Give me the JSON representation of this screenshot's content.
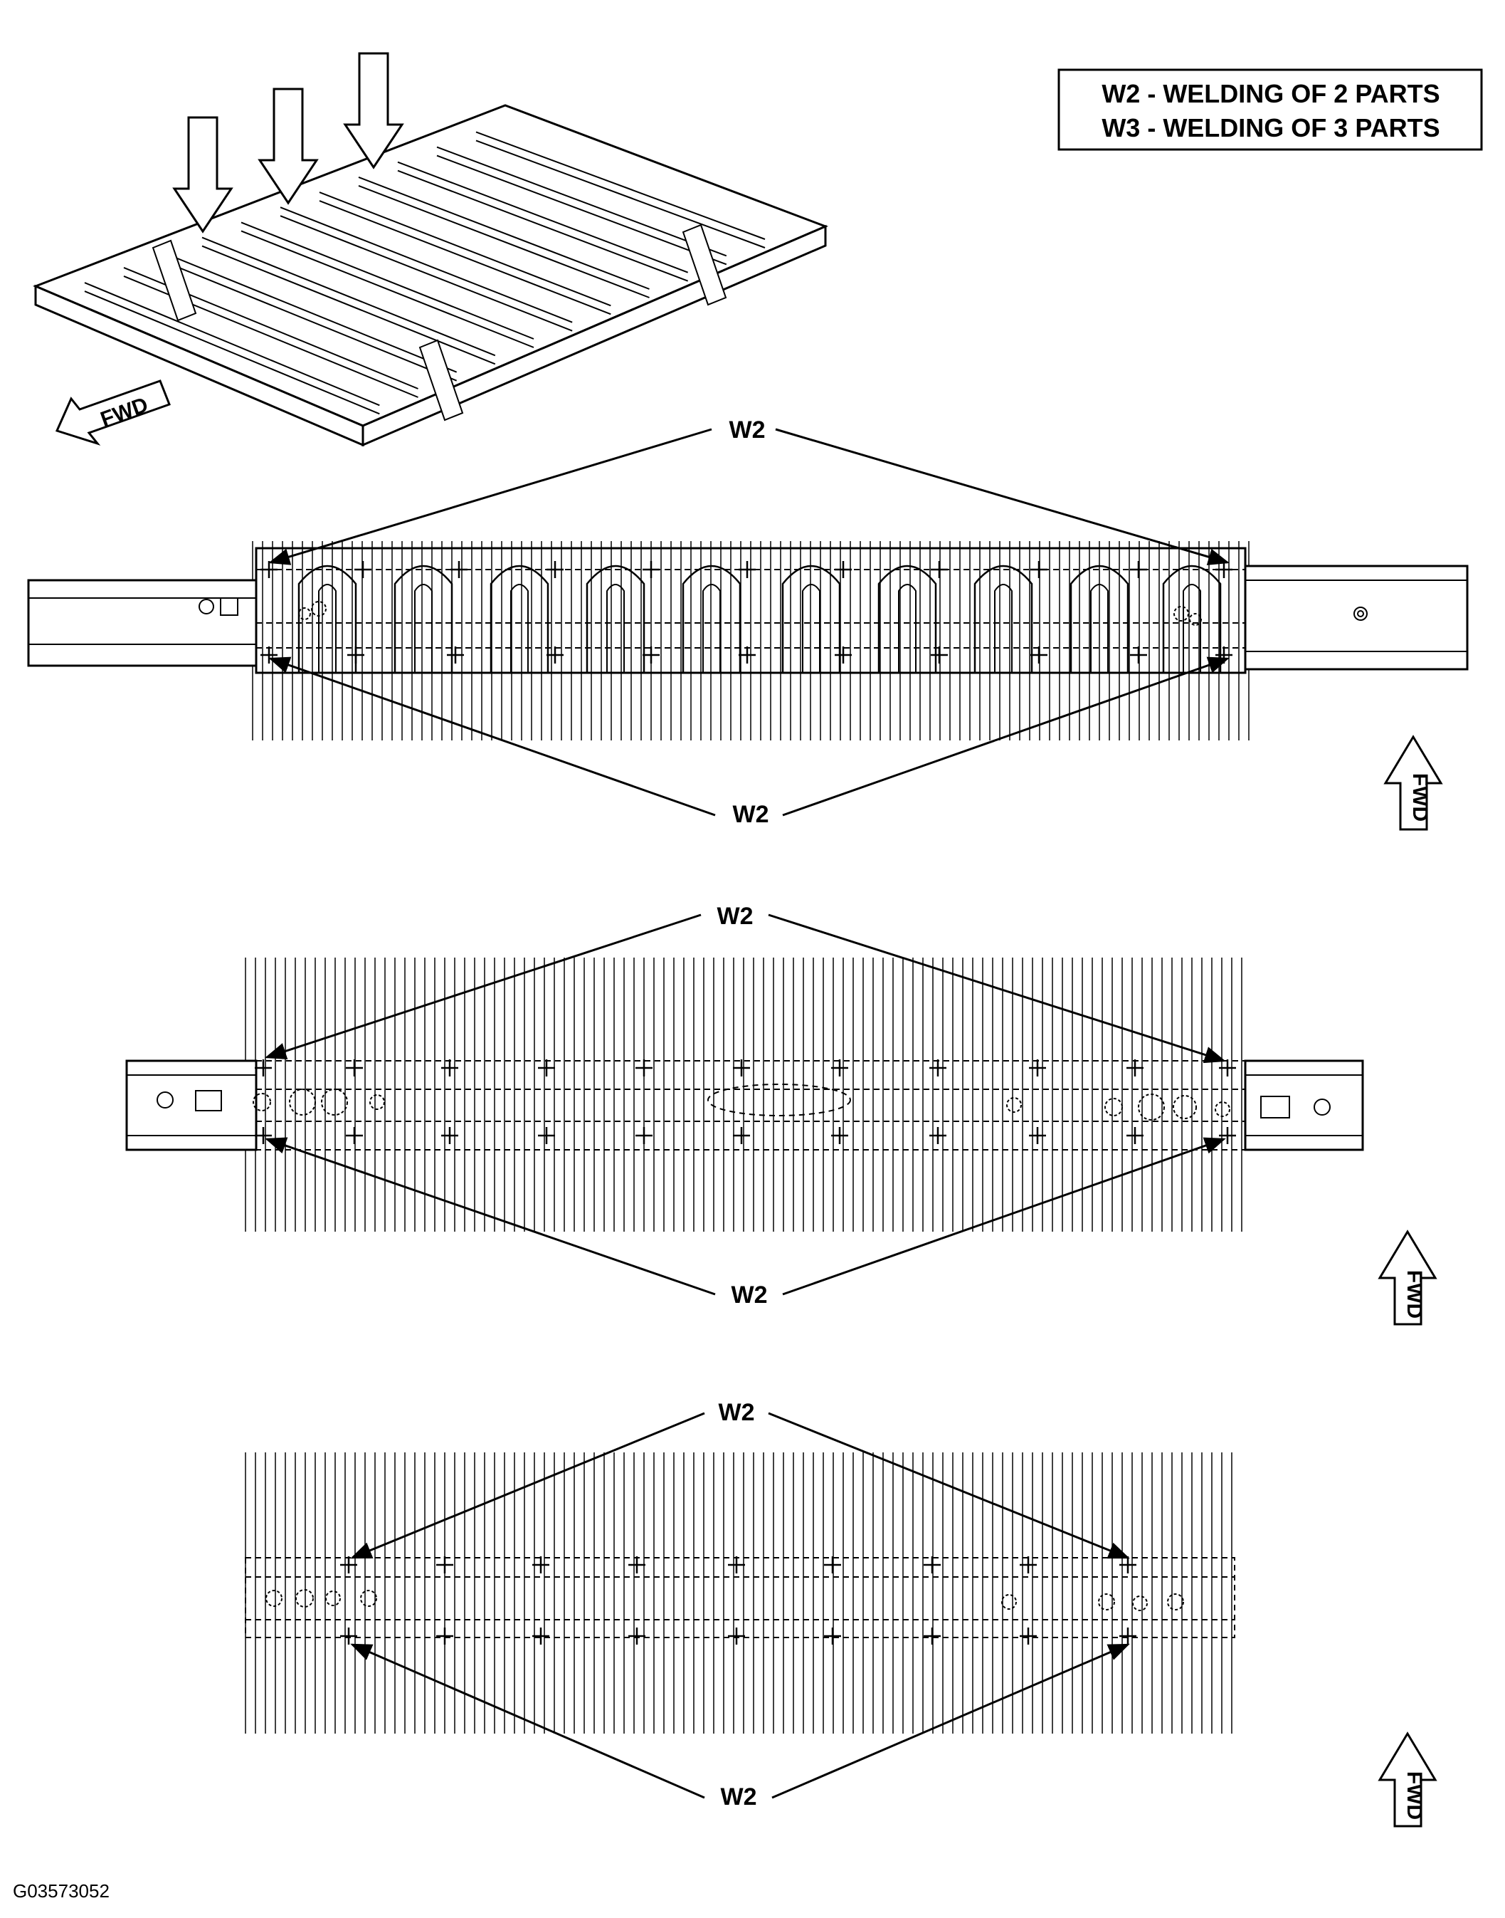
{
  "legend": {
    "line1": "W2 - WELDING OF 2 PARTS",
    "line2": "W3 - WELDING OF 3 PARTS"
  },
  "forward_label": "FWD",
  "views": [
    {
      "top_label": "W2",
      "bottom_label": "W2"
    },
    {
      "top_label": "W2",
      "bottom_label": "W2"
    },
    {
      "top_label": "W2",
      "bottom_label": "W2"
    }
  ],
  "figure_id": "G03573052"
}
